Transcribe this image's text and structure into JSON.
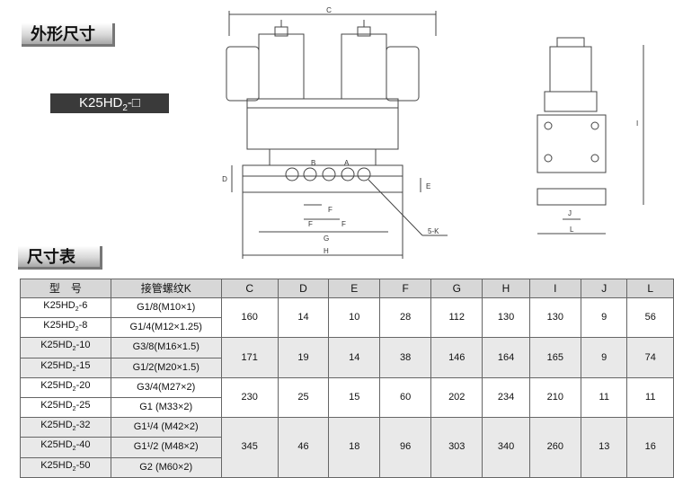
{
  "headings": {
    "dimensions": "外形尺寸",
    "table": "尺寸表"
  },
  "model_label": {
    "base": "K25HD",
    "sub": "2",
    "suffix": "-□"
  },
  "drawing_labels": {
    "C": "C",
    "D": "D",
    "E": "E",
    "F": "F",
    "G": "G",
    "H": "H",
    "I": "I",
    "J": "J",
    "L": "L",
    "A": "A",
    "B": "B",
    "port_note": "5-K"
  },
  "table": {
    "columns": [
      "型　号",
      "接管螺纹K",
      "C",
      "D",
      "E",
      "F",
      "G",
      "H",
      "I",
      "J",
      "L"
    ],
    "groups": [
      {
        "rows": [
          {
            "model": "K25HD",
            "sub": "2",
            "suffix": "-6",
            "thread": "G1/8(M10×1)"
          },
          {
            "model": "K25HD",
            "sub": "2",
            "suffix": "-8",
            "thread": "G1/4(M12×1.25)"
          }
        ],
        "C": "160",
        "D": "14",
        "E": "10",
        "F": "28",
        "G": "112",
        "H": "130",
        "I": "130",
        "J": "9",
        "L": "56"
      },
      {
        "rows": [
          {
            "model": "K25HD",
            "sub": "2",
            "suffix": "-10",
            "thread": "G3/8(M16×1.5)"
          },
          {
            "model": "K25HD",
            "sub": "2",
            "suffix": "-15",
            "thread": "G1/2(M20×1.5)"
          }
        ],
        "C": "171",
        "D": "19",
        "E": "14",
        "F": "38",
        "G": "146",
        "H": "164",
        "I": "165",
        "J": "9",
        "L": "74"
      },
      {
        "rows": [
          {
            "model": "K25HD",
            "sub": "2",
            "suffix": "-20",
            "thread": "G3/4(M27×2)"
          },
          {
            "model": "K25HD",
            "sub": "2",
            "suffix": "-25",
            "thread": "G1 (M33×2)"
          }
        ],
        "C": "230",
        "D": "25",
        "E": "15",
        "F": "60",
        "G": "202",
        "H": "234",
        "I": "210",
        "J": "11",
        "L": "11"
      },
      {
        "rows": [
          {
            "model": "K25HD",
            "sub": "2",
            "suffix": "-32",
            "thread": "G1¹/4 (M42×2)"
          },
          {
            "model": "K25HD",
            "sub": "2",
            "suffix": "-40",
            "thread": "G1¹/2 (M48×2)"
          },
          {
            "model": "K25HD",
            "sub": "2",
            "suffix": "-50",
            "thread": "G2 (M60×2)"
          }
        ],
        "C": "345",
        "D": "46",
        "E": "18",
        "F": "96",
        "G": "303",
        "H": "340",
        "I": "260",
        "J": "13",
        "L": "16"
      }
    ]
  }
}
